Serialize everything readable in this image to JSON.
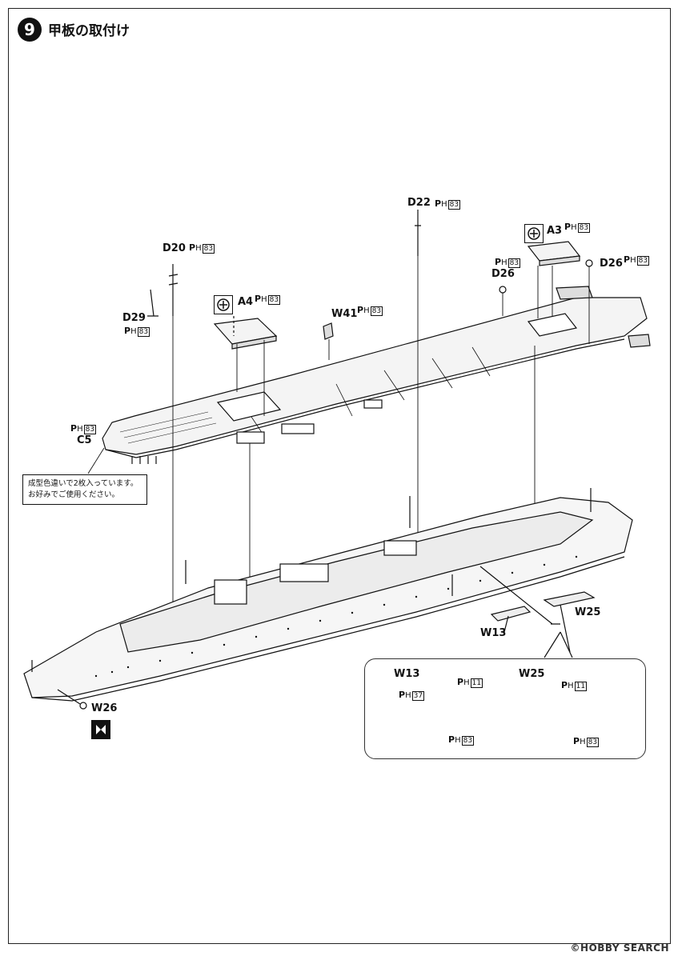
{
  "header": {
    "step_number": "9",
    "title": "甲板の取付け"
  },
  "labels": {
    "d22": "D22",
    "d20": "D20",
    "d29": "D29",
    "a4": "A4",
    "w41": "W41",
    "a3": "A3",
    "d26_right": "D26",
    "d26": "D26",
    "c5": "C5",
    "w13": "W13",
    "w25": "W25",
    "w26": "W26",
    "inset_w13": "W13",
    "inset_w25": "W25"
  },
  "paint_codes": {
    "prefix": "P",
    "sub": "H",
    "c83": "83",
    "c11": "11",
    "c37": "37"
  },
  "note": {
    "line1": "成型色違いで2枚入っています。",
    "line2": "お好みでご使用ください。"
  },
  "watermark": "©HOBBY SEARCH"
}
